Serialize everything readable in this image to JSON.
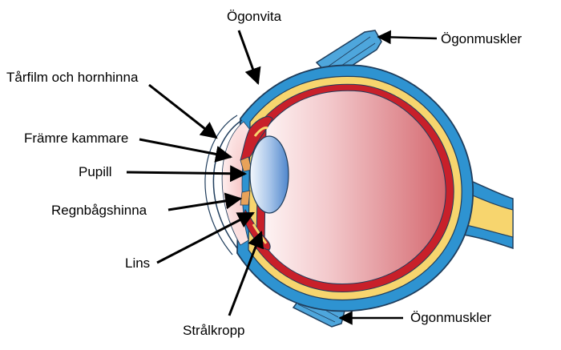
{
  "labels": {
    "sclera": "Ögonvita",
    "eye_muscles_top": "Ögonmuskler",
    "tear_film_cornea": "Tårfilm och hornhinna",
    "anterior_chamber": "Främre kammare",
    "pupil": "Pupill",
    "iris": "Regnbågshinna",
    "lens": "Lins",
    "ciliary_body": "Strålkropp",
    "eye_muscles_bottom": "Ögonmuskler"
  },
  "colors": {
    "sclera": "#2e93d1",
    "muscle": "#4ea6dc",
    "choroid": "#c8202a",
    "retina": "#f7d56e",
    "vitreous_light": "#fbecec",
    "vitreous_dark": "#d4686f",
    "lens_light": "#eef4fb",
    "lens_dark": "#5b8fd0",
    "optic_nerve": "#f7d56e",
    "arrow": "#000000"
  }
}
